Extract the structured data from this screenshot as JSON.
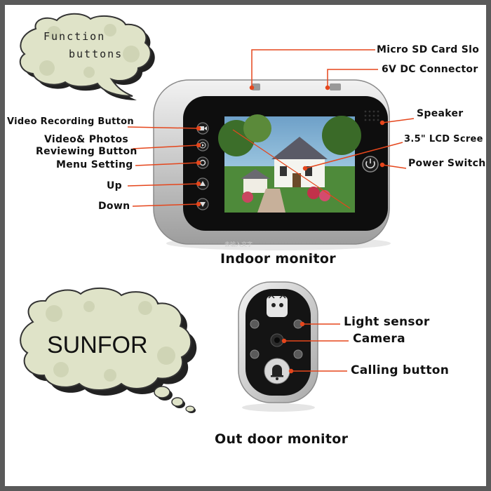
{
  "bubbles": {
    "function_line1": "Function",
    "function_line2": "buttons",
    "brand": "SUNFOR"
  },
  "indoor": {
    "title": "Indoor monitor",
    "left_labels": [
      "Video Recording Button",
      "Video& Photos",
      "Reviewing Button",
      "Menu Setting",
      "Up",
      "Down"
    ],
    "right_labels": [
      "Micro SD Card Slo",
      "6V DC Connector",
      "Speaker",
      "3.5\" LCD Scree",
      "Power Switch"
    ],
    "screen_watermark": "去输入文字"
  },
  "outdoor": {
    "title": "Out door monitor",
    "labels": [
      "Light sensor",
      "Camera",
      "Calling button"
    ]
  },
  "colors": {
    "leader": "#e5461c",
    "bubble_fill": "#dfe3c8",
    "bubble_shadow": "#222222",
    "frame": "#5a5a5a"
  }
}
